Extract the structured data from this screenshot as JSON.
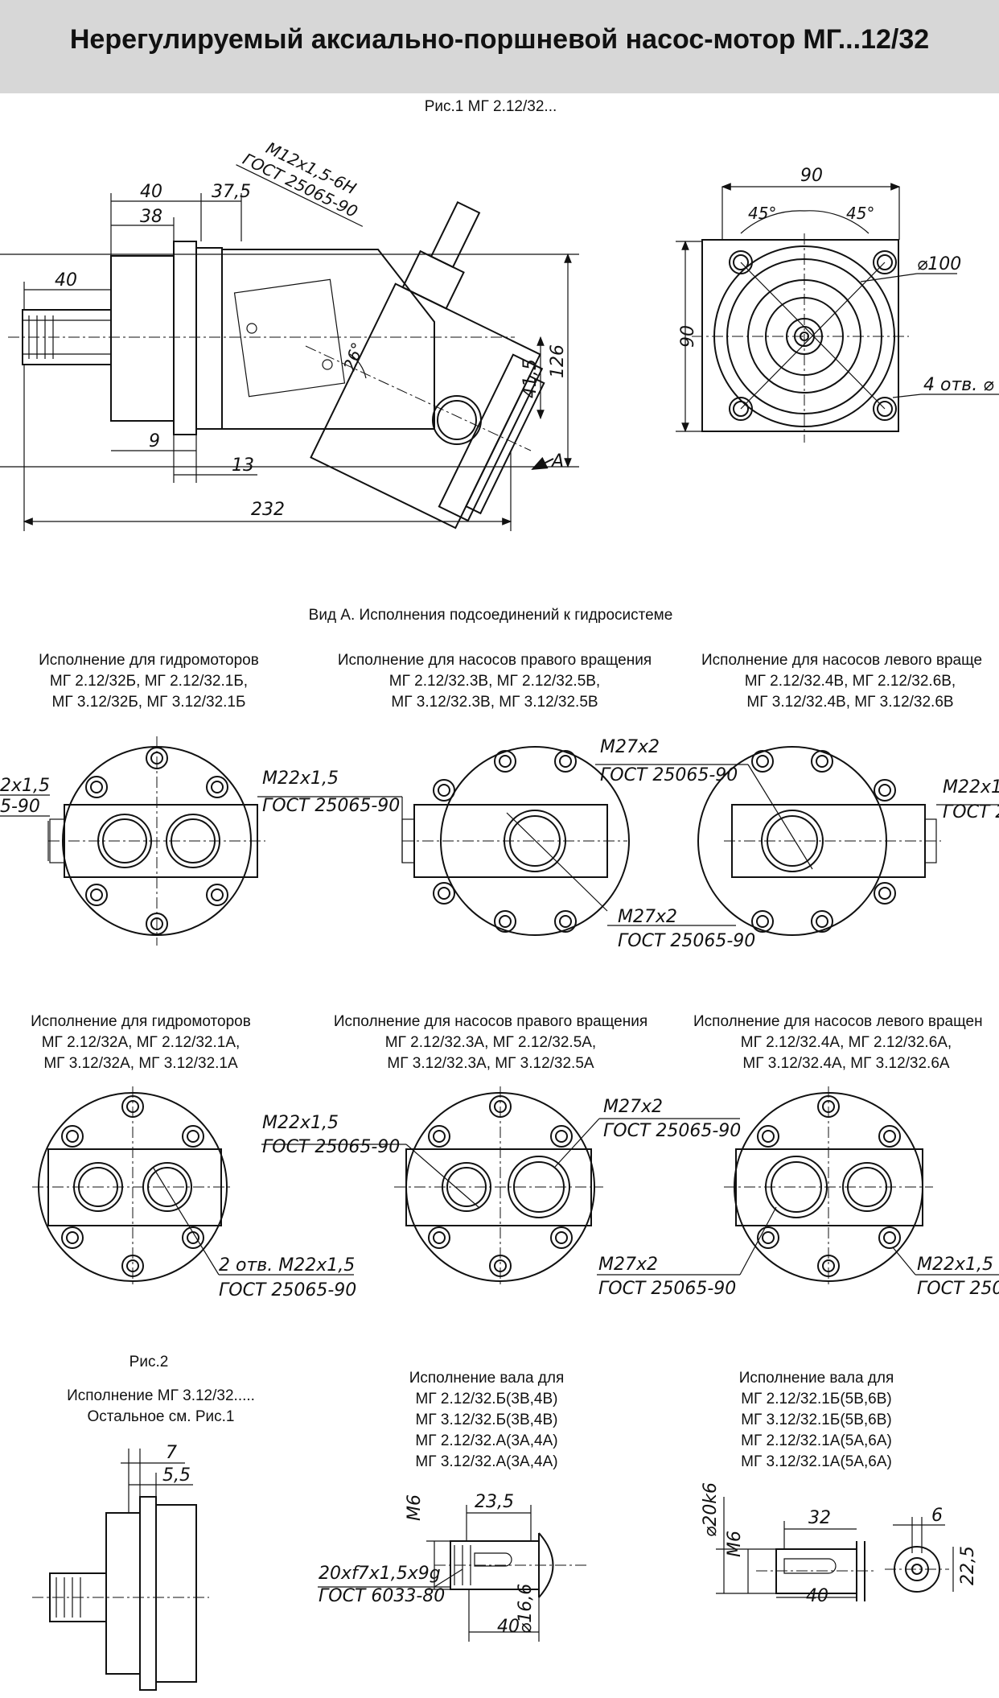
{
  "title": "Нерегулируемый аксиально-поршневой насос-мотор МГ...12/32",
  "fig1_caption": "Рис.1 МГ 2.12/32...",
  "fig1_dims": {
    "m12": "М12х1,5-6Н",
    "gost_m12": "ГОСТ 25065-90",
    "d40_top": "40",
    "d38": "38",
    "d37_5": "37,5",
    "d40_left": "40",
    "d9": "9",
    "d13": "13",
    "d232": "232",
    "d26deg": "26°",
    "d41_5": "41,5",
    "d126": "126",
    "view_a": "А"
  },
  "flange_dims": {
    "d90_top": "90",
    "d90_left": "90",
    "ang1": "45°",
    "ang2": "45°",
    "dia100": "⌀100",
    "holes": "4 отв. ⌀"
  },
  "view_a_caption": "Вид А. Исполнения подсоединений к гидросистеме",
  "row1": [
    {
      "title": "Исполнение для гидромоторов",
      "l1": "МГ 2.12/32Б, МГ 2.12/32.1Б,",
      "l2": "МГ 3.12/32Б, МГ 3.12/32.1Б"
    },
    {
      "title": "Исполнение для насосов правого вращения",
      "l1": "МГ 2.12/32.3В, МГ 2.12/32.5В,",
      "l2": "МГ 3.12/32.3В, МГ 3.12/32.5В"
    },
    {
      "title": "Исполнение для насосов левого враще",
      "l1": "МГ 2.12/32.4В, МГ 2.12/32.6В,",
      "l2": "МГ 3.12/32.4В, МГ 3.12/32.6В"
    }
  ],
  "row1_labels": {
    "left_m": "2х1,5",
    "left_g": "5-90",
    "m22": "М22х1,5",
    "g22": "ГОСТ 25065-90",
    "m27a": "М27х2",
    "g27a": "ГОСТ 25065-90",
    "m27b": "М27х2",
    "g27b": "ГОСТ 25065-90",
    "r_m": "М22х1,",
    "r_g": "ГОСТ 2"
  },
  "row2": [
    {
      "title": "Исполнение для гидромоторов",
      "l1": "МГ 2.12/32А, МГ 2.12/32.1А,",
      "l2": "МГ 3.12/32А, МГ 3.12/32.1А"
    },
    {
      "title": "Исполнение для насосов правого вращения",
      "l1": "МГ 2.12/32.3А, МГ 2.12/32.5А,",
      "l2": "МГ 3.12/32.3А, МГ 3.12/32.5А"
    },
    {
      "title": "Исполнение для насосов левого вращен",
      "l1": "МГ 2.12/32.4А, МГ 2.12/32.6А,",
      "l2": "МГ 3.12/32.4А, МГ 3.12/32.6А"
    }
  ],
  "row2_labels": {
    "two_holes": "2 отв. М22х1,5",
    "g_two": "ГОСТ 25065-90",
    "m22": "М22х1,5",
    "g22": "ГОСТ 25065-90",
    "m27a": "М27х2",
    "g27a": "ГОСТ 25065-90",
    "m27b": "М27х2",
    "g27b": "ГОСТ 25065-90",
    "r_m": "М22х1,5",
    "r_g": "ГОСТ 250"
  },
  "fig2": {
    "caption": "Рис.2",
    "l1": "Исполнение  МГ 3.12/32.....",
    "l2": "Остальное см. Рис.1",
    "d7": "7",
    "d5_5": "5,5"
  },
  "shaft1": {
    "title": "Исполнение вала для",
    "lines": [
      "МГ 2.12/32.Б(3В,4В)",
      "МГ 3.12/32.Б(3В,4В)",
      "МГ 2.12/32.А(3А,4А)",
      "МГ 3.12/32.А(3А,4А)"
    ],
    "m6": "М6",
    "d23_5": "23,5",
    "spline": "20xf7x1,5x9g",
    "gost": "ГОСТ 6033-80",
    "d16_6": "⌀16,6",
    "d40": "40"
  },
  "shaft2": {
    "title": "Исполнение вала для",
    "lines": [
      "МГ 2.12/32.1Б(5В,6В)",
      "МГ 3.12/32.1Б(5В,6В)",
      "МГ 2.12/32.1А(5А,6А)",
      "МГ 3.12/32.1А(5А,6А)"
    ],
    "d20k6": "⌀20k6",
    "m6": "М6",
    "d32": "32",
    "d40": "40",
    "d6": "6",
    "d22_5": "22,5"
  }
}
